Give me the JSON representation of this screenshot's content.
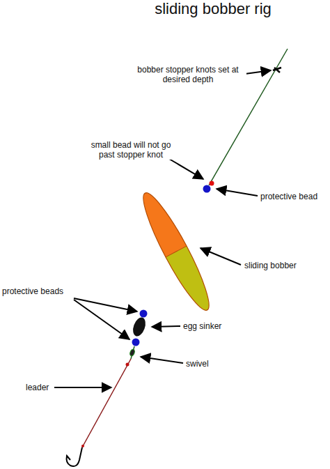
{
  "diagram": {
    "title": "sliding bobber rig",
    "labels": [
      "bobber stopper knots set at desired depth",
      "small bead will not go past stopper knot",
      "protective bead",
      "sliding bobber",
      "protective beads",
      "egg sinker",
      "swivel",
      "leader"
    ]
  }
}
